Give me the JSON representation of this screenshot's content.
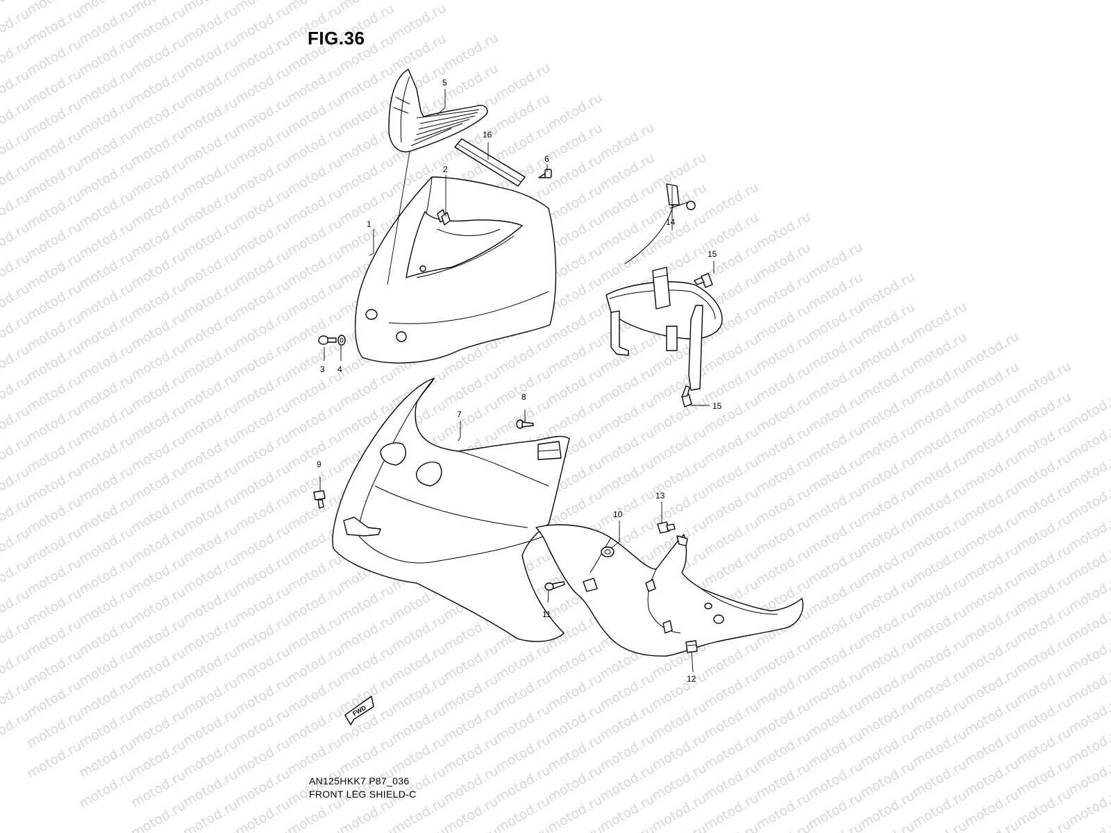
{
  "figure": {
    "title": "FIG.36",
    "model_code": "AN125HKK7 P87_036",
    "section_name": "FRONT LEG SHIELD-C",
    "watermark": "motod.ru",
    "fwd_label": "FWD"
  },
  "callouts": [
    "1",
    "2",
    "3",
    "4",
    "5",
    "6",
    "7",
    "8",
    "9",
    "10",
    "11",
    "12",
    "13",
    "14",
    "15",
    "15",
    "16"
  ]
}
